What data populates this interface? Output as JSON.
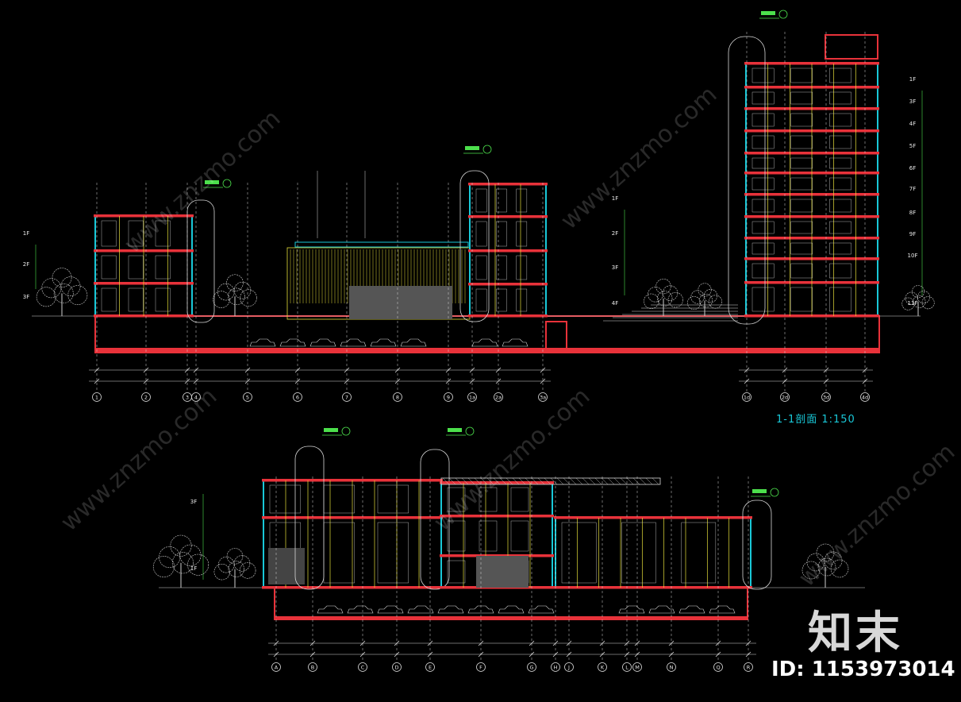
{
  "drawing": {
    "section_title": "1-1剖面  1:150",
    "upper_axes": [
      "1",
      "2",
      "3",
      "4",
      "5",
      "6",
      "7",
      "8",
      "9",
      "1a",
      "2a",
      "3a",
      "1d",
      "2d",
      "3d",
      "4d"
    ],
    "lower_axes": [
      "A",
      "B",
      "C",
      "D",
      "E",
      "F",
      "G",
      "H",
      "J",
      "K",
      "L",
      "M",
      "N",
      "Q",
      "R"
    ],
    "left_floor_tags": [
      "3F",
      "2F",
      "1F"
    ],
    "middle_floor_tags": [
      "4F",
      "3F",
      "2F",
      "1F"
    ],
    "tower_floor_tags": [
      "11F",
      "10F",
      "9F",
      "8F",
      "7F",
      "6F",
      "5F",
      "4F",
      "3F",
      "1F"
    ],
    "lower_floor_tags": [
      "3F",
      "1F"
    ]
  },
  "branding": {
    "logo_text": "知末",
    "id_text": "ID: 1153973014",
    "watermark": "www.znzmo.com"
  },
  "colors": {
    "background": "#000000",
    "slab": "#e8323a",
    "wall_cyan": "#19c8d8",
    "column_yellow": "#e6df3a",
    "grid_white": "#d8d8d8",
    "tree": "#cfcfcf",
    "tag_green": "#4ce04c"
  }
}
